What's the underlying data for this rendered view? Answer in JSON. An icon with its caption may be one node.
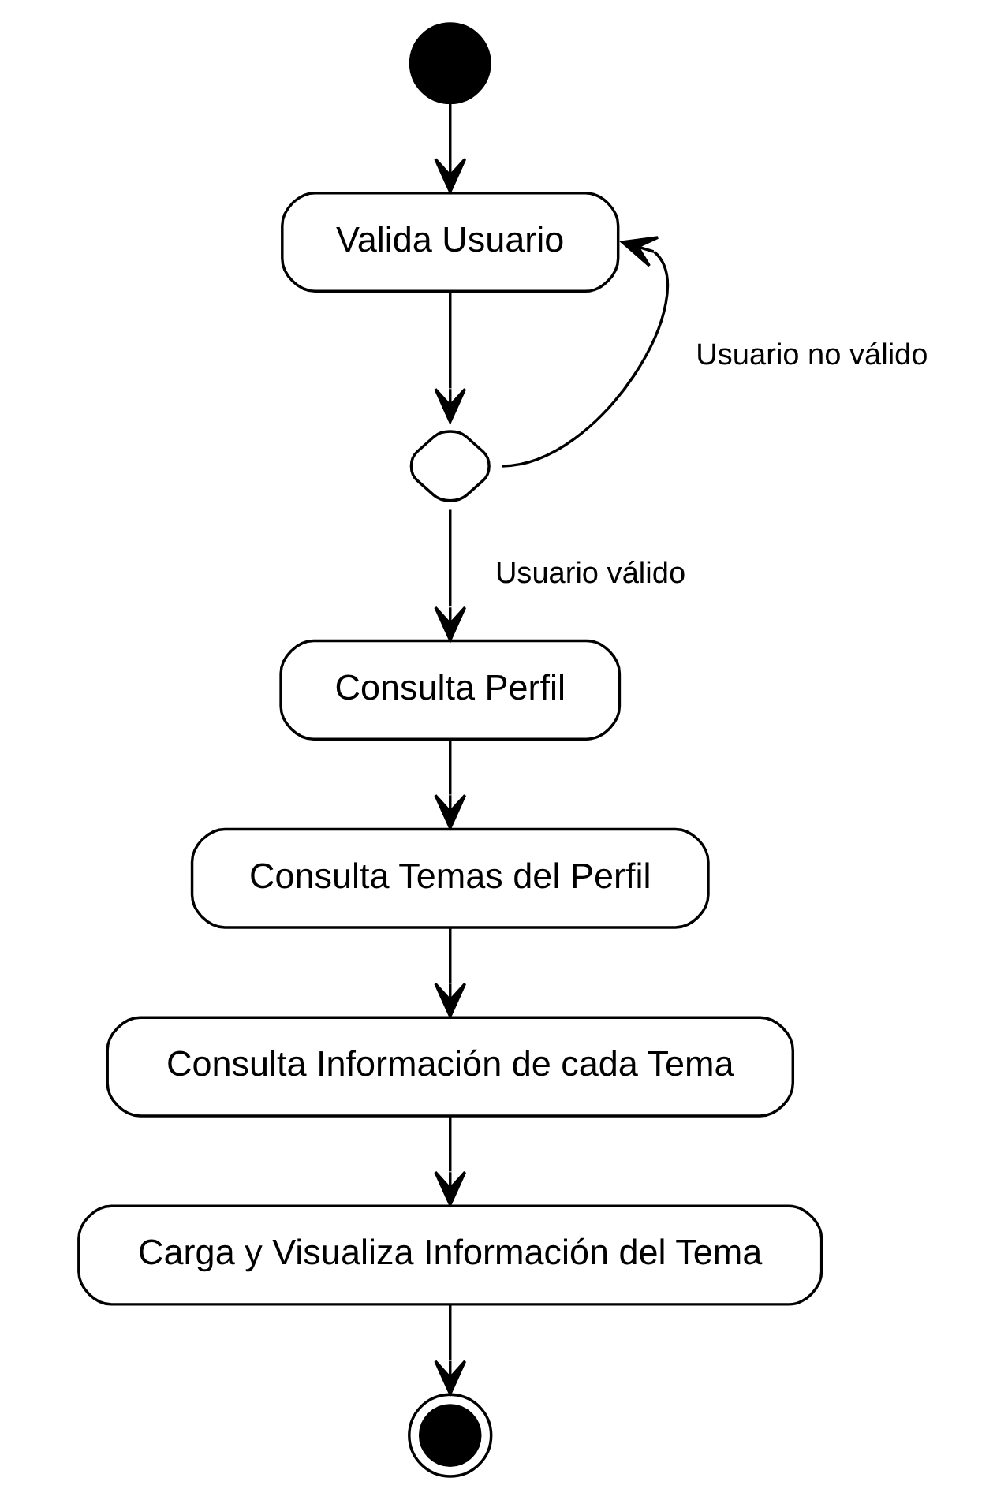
{
  "diagram": {
    "nodes": [
      {
        "text": [],
        "shape": "circle"
      },
      {
        "text": [
          "Valida Usuario"
        ]
      },
      {
        "text": [],
        "shape": "diamond"
      },
      {
        "text": [
          "Consulta Perfil"
        ]
      },
      {
        "text": [
          "Consulta Temas del Perfil"
        ]
      },
      {
        "text": [
          "Consulta Información de cada Tema"
        ]
      },
      {
        "text": [
          "Carga y Visualiza Información del Tema"
        ]
      },
      {
        "text": [],
        "shape": "bullseye"
      }
    ],
    "edges": [
      {
        "from": 0,
        "to": 1,
        "arrow": "to"
      },
      {
        "from": 1,
        "to": 2,
        "arrow": "to"
      },
      {
        "from": 2,
        "to": 1,
        "arrow": "to",
        "label": "Usuario no válido"
      },
      {
        "from": 2,
        "to": 3,
        "arrow": "to",
        "label": "Usuario válido"
      },
      {
        "from": 3,
        "to": 4,
        "arrow": "to"
      },
      {
        "from": 4,
        "to": 5,
        "arrow": "to"
      },
      {
        "from": 5,
        "to": 6,
        "arrow": "to"
      },
      {
        "from": 6,
        "to": 7,
        "arrow": "to"
      }
    ]
  }
}
